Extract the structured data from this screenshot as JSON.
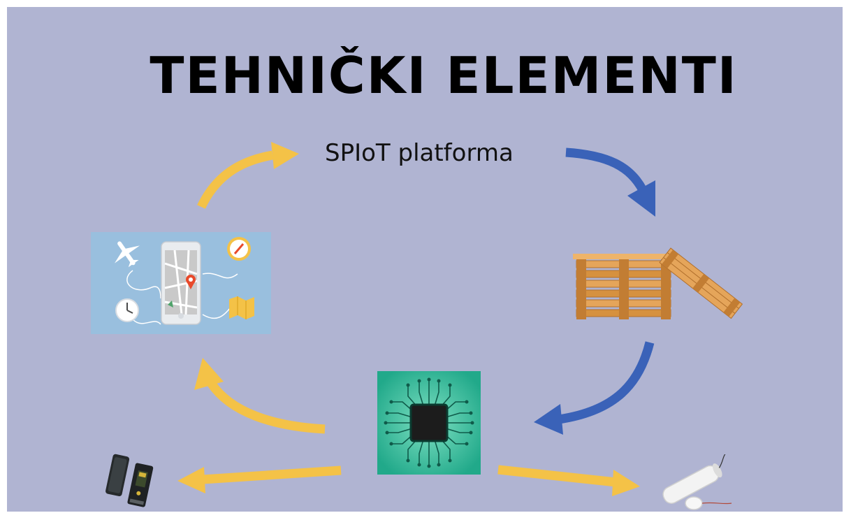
{
  "slide": {
    "title": "TEHNIČKI ELEMENTI",
    "platform_label": "SPIoT platforma",
    "colors": {
      "background": "#b0b4d2",
      "arrow_yellow": "#f4c247",
      "arrow_blue": "#3a62b8",
      "map_panel": "#99bfde",
      "chip_panel": "#2fb597"
    },
    "nodes": [
      {
        "id": "map-app",
        "icon": "smartphone-map-icon"
      },
      {
        "id": "pallets",
        "icon": "wooden-pallets-image"
      },
      {
        "id": "chip",
        "icon": "microchip-icon"
      },
      {
        "id": "gps-tracker",
        "icon": "gps-tracker-device-image"
      },
      {
        "id": "sensor",
        "icon": "cylindrical-sensor-image"
      }
    ]
  }
}
